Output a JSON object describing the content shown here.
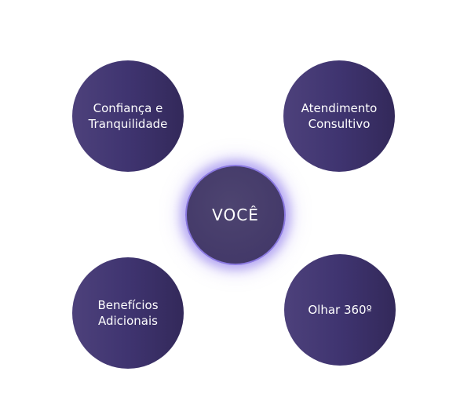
{
  "center": {
    "label": "VOCÊ"
  },
  "nodes": [
    {
      "label": "Confiança e\nTranquilidade"
    },
    {
      "label": "Atendimento\nConsultivo"
    },
    {
      "label": "Benefícios\nAdicionais"
    },
    {
      "label": "Olhar 360º"
    }
  ],
  "colors": {
    "circle": "#3f3470",
    "glow": "#8a78e0",
    "text": "#ffffff"
  }
}
